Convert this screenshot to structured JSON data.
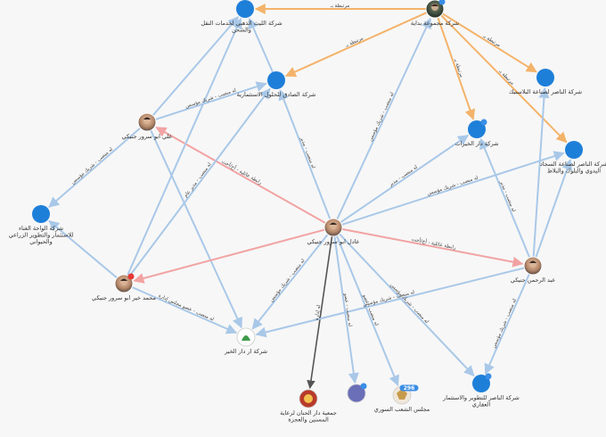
{
  "colors": {
    "blue_edge": "#a9c8e8",
    "orange_edge": "#f4b36a",
    "red_edge": "#f2a3a3",
    "dark_edge": "#555555",
    "node_blue": "#1e7fd9",
    "badge_blue": "#3a8ee6",
    "badge_red": "#e53935"
  },
  "nodes": [
    {
      "id": "n1",
      "kind": "blue",
      "label": "شركة الليث الذهبي لخدمات النقل والشحن"
    },
    {
      "id": "n2",
      "kind": "photo",
      "label": "شركة مجموعة بداية",
      "badge": ""
    },
    {
      "id": "n3",
      "kind": "blue",
      "label": "شركة الصادق للحلول الاستثمارية"
    },
    {
      "id": "n4",
      "kind": "blue",
      "label": "شركة الناصر لصناعة البلاستيك"
    },
    {
      "id": "n5",
      "kind": "photo",
      "label": "علي ابو سرور جنيكي"
    },
    {
      "id": "n6",
      "kind": "blue",
      "label": "شركة دار الخيرات",
      "badge": ""
    },
    {
      "id": "n7",
      "kind": "blue",
      "label": "شركة الناصر لصناعة السجاد اليدوي والبلوك والبلاط"
    },
    {
      "id": "n8",
      "kind": "blue",
      "label": "شركة الواحة الغناء للاستثمار والتطوير الزراعي والحيواني"
    },
    {
      "id": "n9",
      "kind": "photo",
      "label": "عادل ابو سرور جنيكي"
    },
    {
      "id": "n10",
      "kind": "photo",
      "label": "عبد الرحمن جنيكي"
    },
    {
      "id": "n11",
      "kind": "photo",
      "label": "محمد خير ابو سرور جنيكي",
      "badge": ""
    },
    {
      "id": "n12",
      "kind": "logo",
      "label": "شركة ار دار الخير"
    },
    {
      "id": "n13",
      "kind": "blue",
      "label": "شركة الناصر للتطوير والاستثمار العقاري",
      "badge": ""
    },
    {
      "id": "n14",
      "kind": "logo",
      "label": "جمعية دار الحنان لرعاية المسنين والعجزة"
    },
    {
      "id": "n15",
      "kind": "logo",
      "label": "",
      "badge": ""
    },
    {
      "id": "n16",
      "kind": "logo",
      "label": "مجلس الشعب السوري",
      "badge": "296"
    }
  ],
  "edges": [
    {
      "from": "n2",
      "to": "n1",
      "type": "orange",
      "label": "مرتبطة بـ"
    },
    {
      "from": "n2",
      "to": "n3",
      "type": "orange",
      "label": "مرتبطة بـ"
    },
    {
      "from": "n2",
      "to": "n4",
      "type": "orange",
      "label": "مرتبطة بـ"
    },
    {
      "from": "n2",
      "to": "n7",
      "type": "orange",
      "label": "مرتبطة بـ"
    },
    {
      "from": "n2",
      "to": "n6",
      "type": "orange",
      "label": "مرتبطة بـ"
    },
    {
      "from": "n5",
      "to": "n3",
      "type": "blue",
      "label": "له منصب - شريك مؤسس"
    },
    {
      "from": "n5",
      "to": "n8",
      "type": "blue",
      "label": "له منصب - شريك مؤسس"
    },
    {
      "from": "n5",
      "to": "n1",
      "type": "blue",
      "label": ""
    },
    {
      "from": "n5",
      "to": "n12",
      "type": "blue",
      "label": ""
    },
    {
      "from": "n9",
      "to": "n5",
      "type": "red",
      "label": "رابطة عائلية - أخ/أخت"
    },
    {
      "from": "n9",
      "to": "n10",
      "type": "red",
      "label": "رابطة عائلية - أخ/أخت"
    },
    {
      "from": "n9",
      "to": "n11",
      "type": "red",
      "label": ""
    },
    {
      "from": "n9",
      "to": "n3",
      "type": "blue",
      "label": "له منصب - مدير"
    },
    {
      "from": "n9",
      "to": "n6",
      "type": "blue",
      "label": "له منصب - مدير"
    },
    {
      "from": "n9",
      "to": "n7",
      "type": "blue",
      "label": "له منصب - شريك مؤسس"
    },
    {
      "from": "n9",
      "to": "n2",
      "type": "blue",
      "label": "له منصب - شريك مؤسس"
    },
    {
      "from": "n9",
      "to": "n12",
      "type": "blue",
      "label": "له منصب - شريك مؤسس"
    },
    {
      "from": "n9",
      "to": "n14",
      "type": "dark",
      "label": "له إدارة"
    },
    {
      "from": "n9",
      "to": "n15",
      "type": "blue",
      "label": "له منصب - عضو"
    },
    {
      "from": "n9",
      "to": "n16",
      "type": "blue",
      "label": "له منصب - عضو"
    },
    {
      "from": "n9",
      "to": "n13",
      "type": "blue",
      "label": "له منصب - شريك مؤسس"
    },
    {
      "from": "n11",
      "to": "n8",
      "type": "blue",
      "label": ""
    },
    {
      "from": "n11",
      "to": "n12",
      "type": "blue",
      "label": "له منصب - عضو مجلس إدارة"
    },
    {
      "from": "n11",
      "to": "n3",
      "type": "blue",
      "label": "له منصب - مدير عام"
    },
    {
      "from": "n11",
      "to": "n1",
      "type": "blue",
      "label": ""
    },
    {
      "from": "n10",
      "to": "n6",
      "type": "blue",
      "label": "له منصب - مدير"
    },
    {
      "from": "n10",
      "to": "n7",
      "type": "blue",
      "label": ""
    },
    {
      "from": "n10",
      "to": "n4",
      "type": "blue",
      "label": ""
    },
    {
      "from": "n10",
      "to": "n13",
      "type": "blue",
      "label": "له منصب - شريك مؤسس"
    },
    {
      "from": "n10",
      "to": "n12",
      "type": "blue",
      "label": "له منصب - شريك مؤسس"
    },
    {
      "from": "n3",
      "to": "n1",
      "type": "blue",
      "label": ""
    }
  ]
}
